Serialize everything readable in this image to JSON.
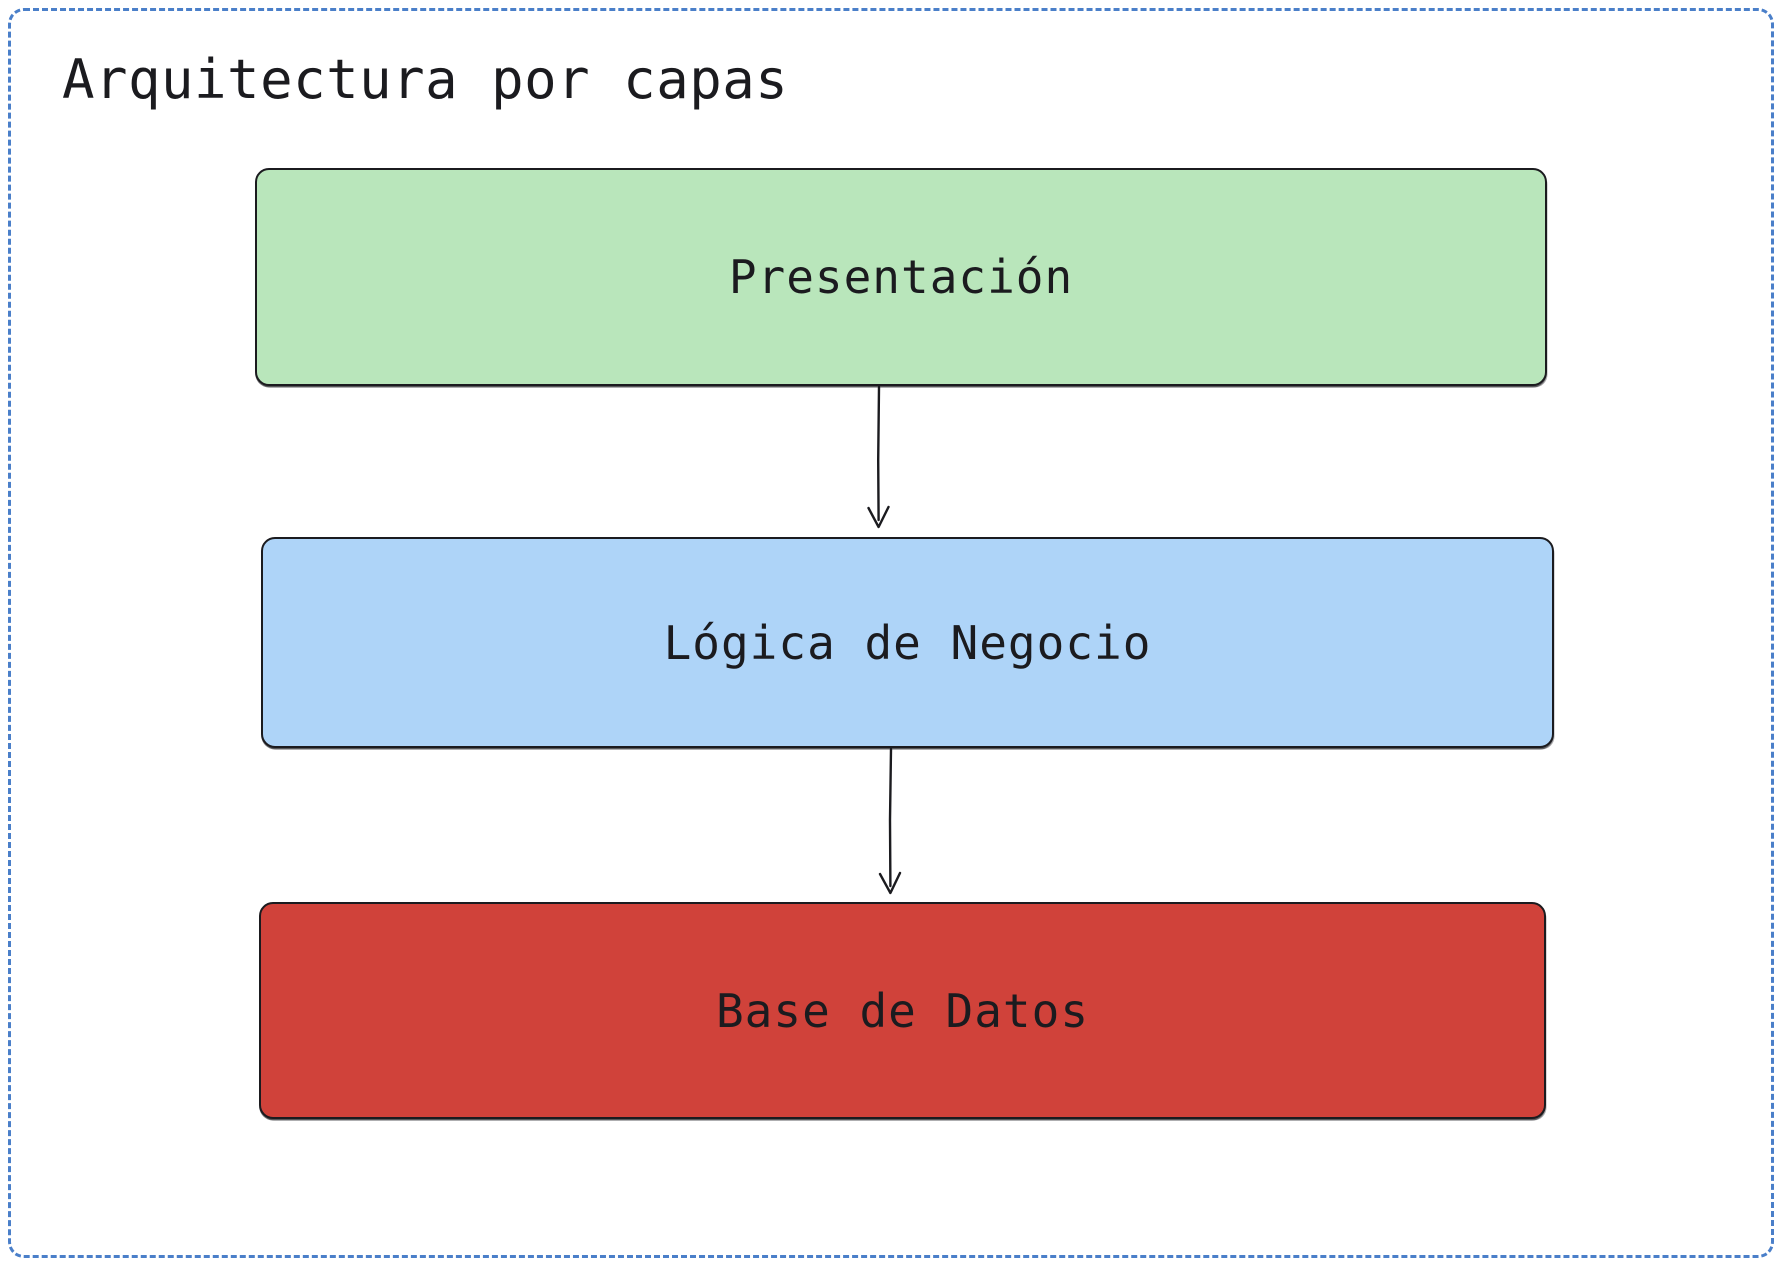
{
  "diagram": {
    "title": "Arquitectura por capas",
    "type": "layered-architecture-flowchart",
    "style": "hand-drawn",
    "frame": {
      "name": "selection-frame",
      "border_style": "dashed",
      "border_color": "#4a7fc9"
    },
    "canvas_background": "#ffffff",
    "stroke_color": "#1b1b1f",
    "nodes": [
      {
        "id": "presentacion",
        "label": "Presentación",
        "fill": "#b9e6bb",
        "stroke": "#1b1b1f",
        "order": 1
      },
      {
        "id": "logica",
        "label": "Lógica de Negocio",
        "fill": "#aed4f8",
        "stroke": "#1b1b1f",
        "order": 2
      },
      {
        "id": "datos",
        "label": "Base de Datos",
        "fill": "#d0423a",
        "stroke": "#1b1b1f",
        "order": 3
      }
    ],
    "edges": [
      {
        "id": "edge-presentacion-logica",
        "from": "presentacion",
        "to": "logica",
        "label": "",
        "arrowhead": "triangle-down"
      },
      {
        "id": "edge-logica-datos",
        "from": "logica",
        "to": "datos",
        "label": "",
        "arrowhead": "triangle-down"
      }
    ]
  }
}
